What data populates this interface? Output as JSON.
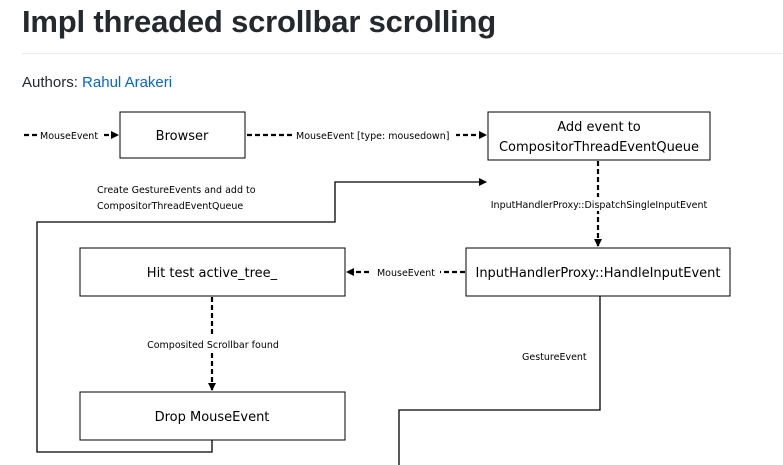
{
  "title": "Impl threaded scrollbar scrolling",
  "authors": {
    "label": "Authors:",
    "name": "Rahul Arakeri"
  },
  "diagram": {
    "boxes": {
      "browser": "Browser",
      "add_event_line1": "Add event to",
      "add_event_line2": "CompositorThreadEventQueue",
      "hit_test": "Hit test active_tree_",
      "handle_input": "InputHandlerProxy::HandleInputEvent",
      "drop": "Drop MouseEvent"
    },
    "edges": {
      "incoming": "MouseEvent",
      "browser_to_queue": "MouseEvent [type: mousedown]",
      "dispatch": "InputHandlerProxy::DispatchSingleInputEvent",
      "handle_to_hit": "MouseEvent",
      "scrollbar_found": "Composited Scrollbar found",
      "gesture_event": "GestureEvent",
      "create_gesture_line1": "Create GestureEvents and add to",
      "create_gesture_line2": "CompositorThreadEventQueue"
    }
  }
}
